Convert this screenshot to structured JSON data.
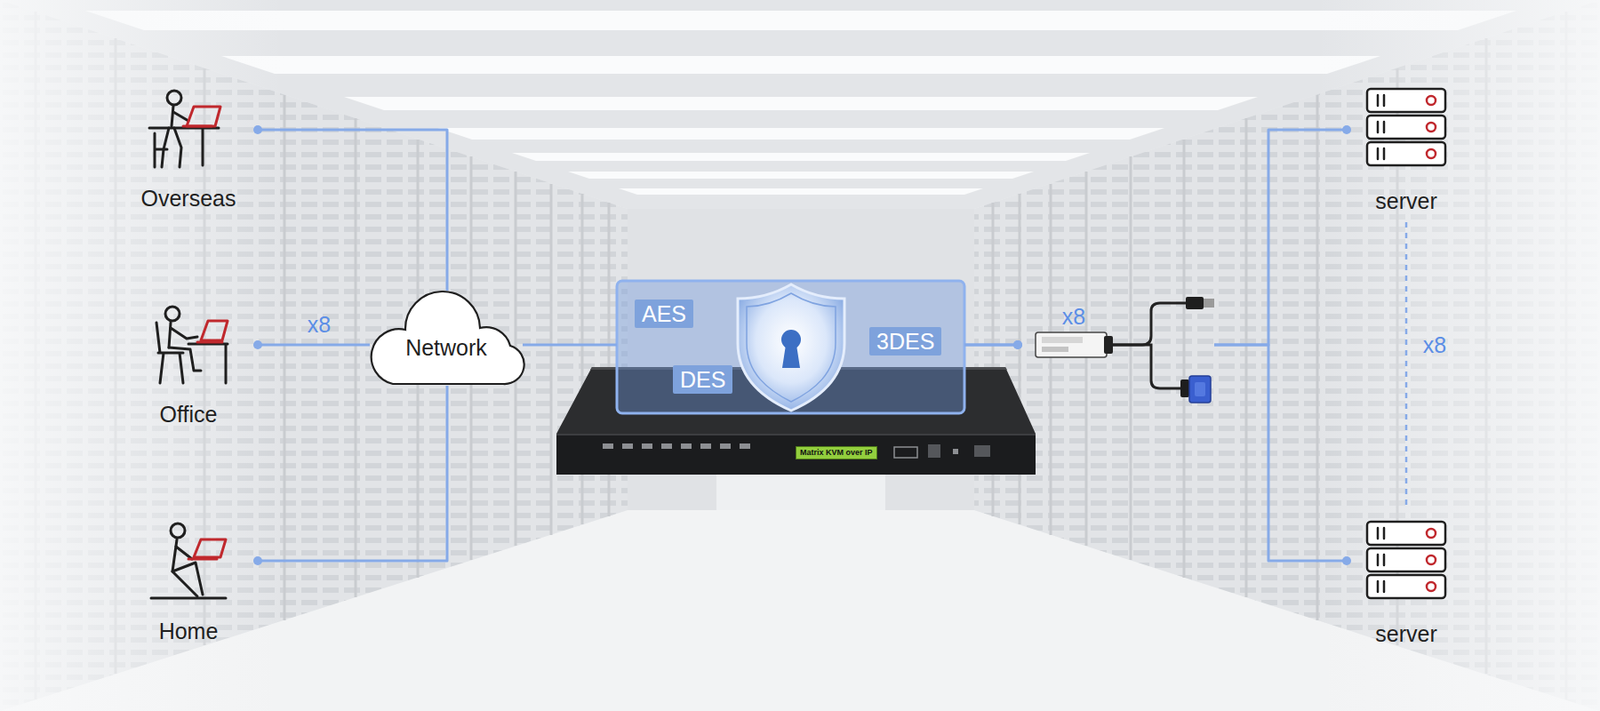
{
  "diagram": {
    "nodes": [
      {
        "text": [
          "Overseas"
        ]
      },
      {
        "text": [
          "Office"
        ]
      },
      {
        "text": [
          "Home"
        ]
      },
      {
        "text": [
          "Network"
        ]
      },
      {
        "text": [
          "Matrix KVM over IP"
        ]
      },
      {
        "text": [
          "AES"
        ],
        "in": 4
      },
      {
        "text": [
          "3DES"
        ],
        "in": 4
      },
      {
        "text": [
          "DES"
        ],
        "in": 4
      },
      {
        "text": [
          "server"
        ]
      },
      {
        "text": [
          "server"
        ]
      }
    ],
    "edges": [
      {
        "from": 0,
        "to": 3,
        "arrow": "none"
      },
      {
        "from": 1,
        "to": 3,
        "arrow": "none"
      },
      {
        "from": 2,
        "to": 3,
        "arrow": "none"
      },
      {
        "from": 3,
        "to": 4,
        "arrow": "none"
      },
      {
        "from": 4,
        "to": 8,
        "arrow": "none"
      },
      {
        "from": 4,
        "to": 9,
        "arrow": "none"
      }
    ],
    "labels": [
      "x8",
      "x8",
      "x8"
    ]
  }
}
